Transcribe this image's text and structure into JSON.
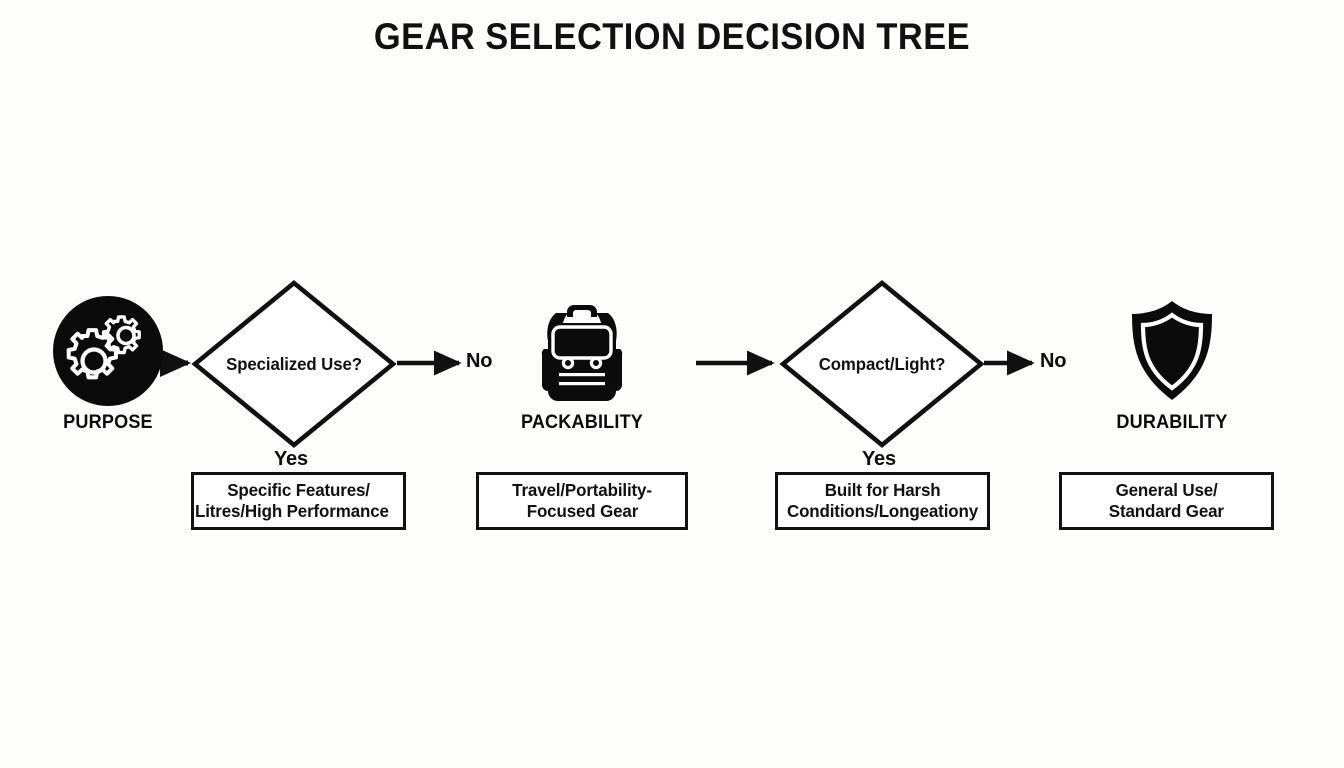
{
  "title": "GEAR SELECTION DECISION TREE",
  "theme": {
    "background": "#fdfdfc",
    "ink": "#111111",
    "box_fill": "#ffffff",
    "stroke": "#111111"
  },
  "nodes": {
    "purpose": {
      "label": "PURPOSE",
      "icon": "gears-icon"
    },
    "packability": {
      "label": "PACKABILITY",
      "icon": "backpack-icon"
    },
    "durability": {
      "label": "DURABILITY",
      "icon": "shield-icon"
    }
  },
  "decisions": [
    {
      "id": "specialized-use",
      "question": "Specialized Use?",
      "yes_label": "Yes",
      "no_label": "No"
    },
    {
      "id": "compact-light",
      "question": "Compact/Light?",
      "yes_label": "Yes",
      "no_label": "No"
    }
  ],
  "outcomes": [
    {
      "id": "specific-features",
      "line1": "Specific Features/",
      "line2": "Litres/High Performance"
    },
    {
      "id": "travel-portability",
      "line1": "Travel/Portability-",
      "line2": "Focused Gear"
    },
    {
      "id": "built-for-harsh",
      "line1": "Built for Harsh",
      "line2": "Conditions/Longeationy"
    },
    {
      "id": "general-use",
      "line1": "General Use/",
      "line2": "Standard Gear"
    }
  ]
}
